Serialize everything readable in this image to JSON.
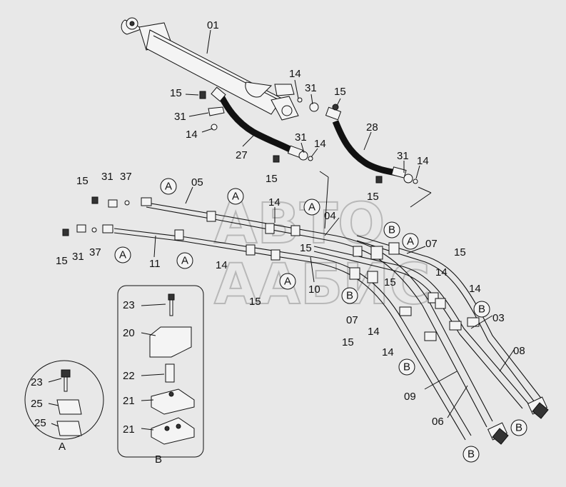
{
  "watermark": {
    "line1": "АВТО",
    "line2": "ААБИС"
  },
  "labels": {
    "l01": "01",
    "l05": "05",
    "l11": "11",
    "l27": "27",
    "l28": "28",
    "l04": "04",
    "l10": "10",
    "l07a": "07",
    "l07b": "07",
    "l03": "03",
    "l08": "08",
    "l09": "09",
    "l06": "06",
    "l14a": "14",
    "l14b": "14",
    "l14c": "14",
    "l14d": "14",
    "l14e": "14",
    "l14f": "14",
    "l14g": "14",
    "l14h": "14",
    "l14i": "14",
    "l14j": "14",
    "l15a": "15",
    "l15b": "15",
    "l15c": "15",
    "l15d": "15",
    "l15e": "15",
    "l15f": "15",
    "l15g": "15",
    "l15h": "15",
    "l15i": "15",
    "l15j": "15",
    "l31a": "31",
    "l31b": "31",
    "l31c": "31",
    "l31d": "31",
    "l31e": "31",
    "l31f": "31",
    "l37a": "37",
    "l37b": "37",
    "l23a": "23",
    "l20": "20",
    "l22": "22",
    "l21a": "21",
    "l21b": "21",
    "l23b": "23",
    "l25a": "25",
    "l25b": "25"
  },
  "callouts": {
    "A": "A",
    "B": "B"
  },
  "details": {
    "detailA": "A",
    "detailB": "B"
  }
}
